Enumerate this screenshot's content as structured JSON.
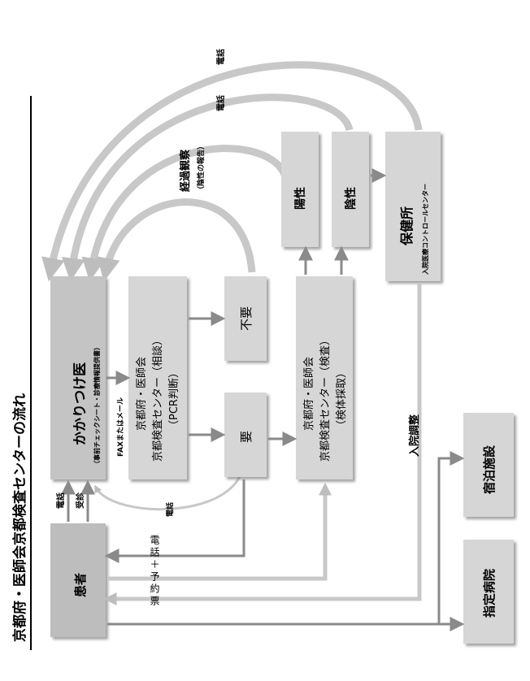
{
  "title": "京都府・医師会京都検査センターの流れ",
  "nodes": {
    "clinic": {
      "line1": "かかりつけ医",
      "line2": "（事前チェックシート・診療情報提供書）"
    },
    "center_consult": {
      "line1": "京都府・医師会",
      "line2": "京都検査センター（相談）",
      "line3": "（PCR判断）"
    },
    "center_test": {
      "line1": "京都府・医師会",
      "line2": "京都検査センター（検査）",
      "line3": "（検体採取）"
    },
    "not_needed": "不要",
    "needed": "要",
    "positive": "陽性",
    "negative": "陰性",
    "health_center": {
      "line1": "保健所",
      "line2": "入院医療コントロールセンター"
    },
    "patient": "患者",
    "hospital": "指定病院",
    "lodging": "宿泊施設"
  },
  "labels": {
    "denwa_top1": "電話",
    "denwa_top2": "電話",
    "keika_kansatsu": "経過観察",
    "keika_sub": "（陰性の報告）",
    "fax_mail": "FAXまたはメール",
    "denwa_left": "電話",
    "jushin": "受診",
    "denwa_bottom": "電話",
    "denwa_yoyaku": "電話＋予約票",
    "nyuin_chosei": "入院調整"
  },
  "colors": {
    "box_fill": "#d6d6d6",
    "box_dark": "#bdbdbd",
    "arrow": "#8a8a8a",
    "arc": "#c8c8c8"
  }
}
